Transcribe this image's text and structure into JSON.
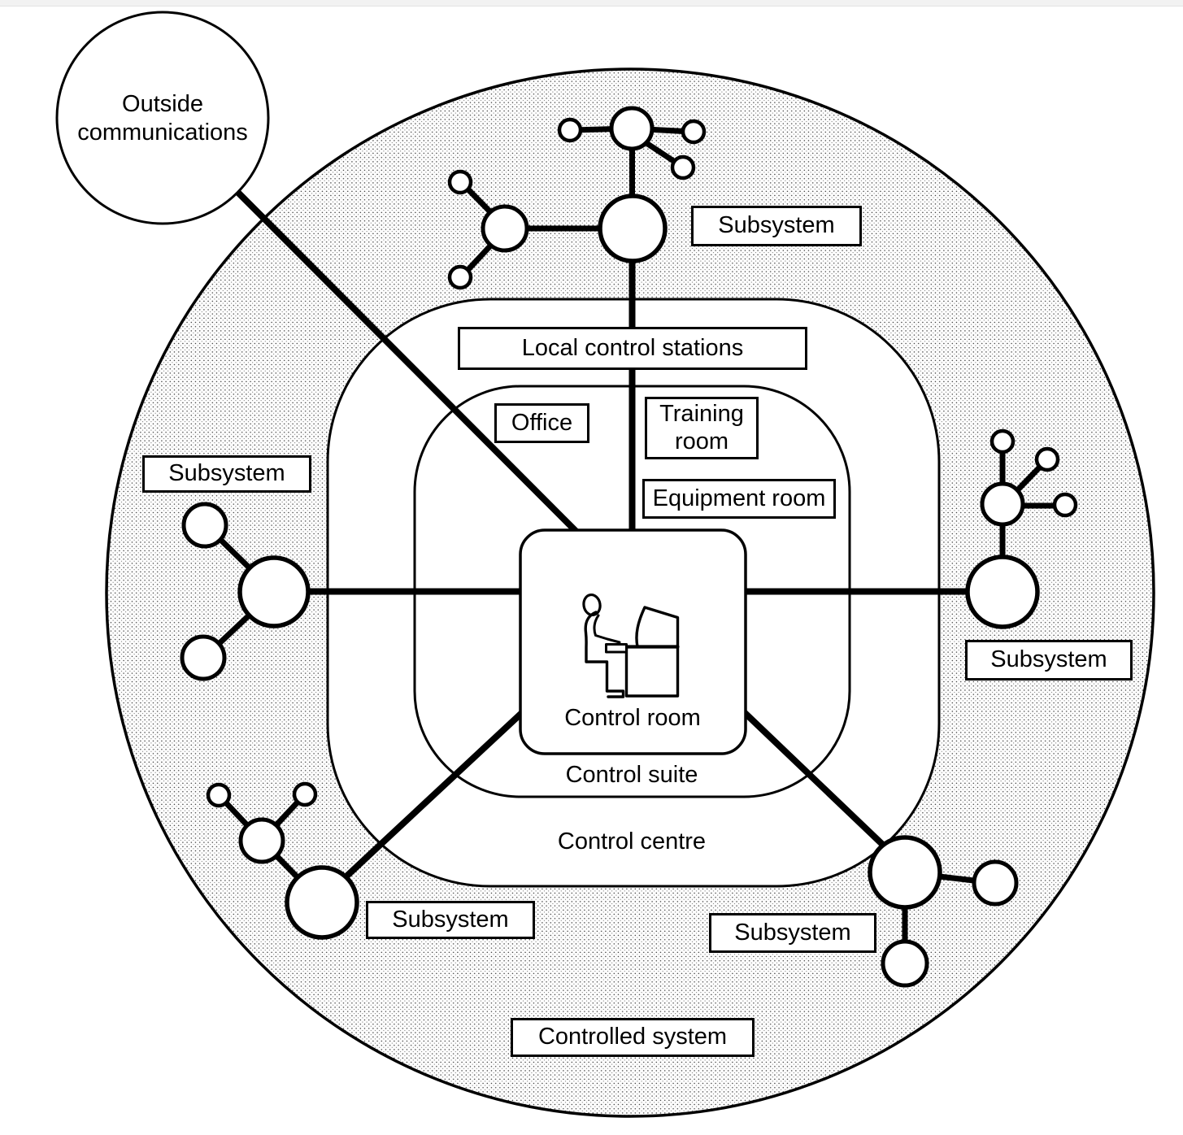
{
  "diagram": {
    "labels": {
      "outside_communications": "Outside communications",
      "subsystem": "Subsystem",
      "local_control_stations": "Local control stations",
      "office": "Office",
      "training_room": "Training room",
      "equipment_room": "Equipment room",
      "control_room": "Control room",
      "control_suite": "Control suite",
      "control_centre": "Control centre",
      "controlled_system": "Controlled system"
    },
    "icons": {
      "control_room_icon": "person-at-console-icon"
    },
    "colors": {
      "ink": "#000000",
      "paper": "#ffffff",
      "stipple_dot": "#2e2e2e"
    }
  }
}
